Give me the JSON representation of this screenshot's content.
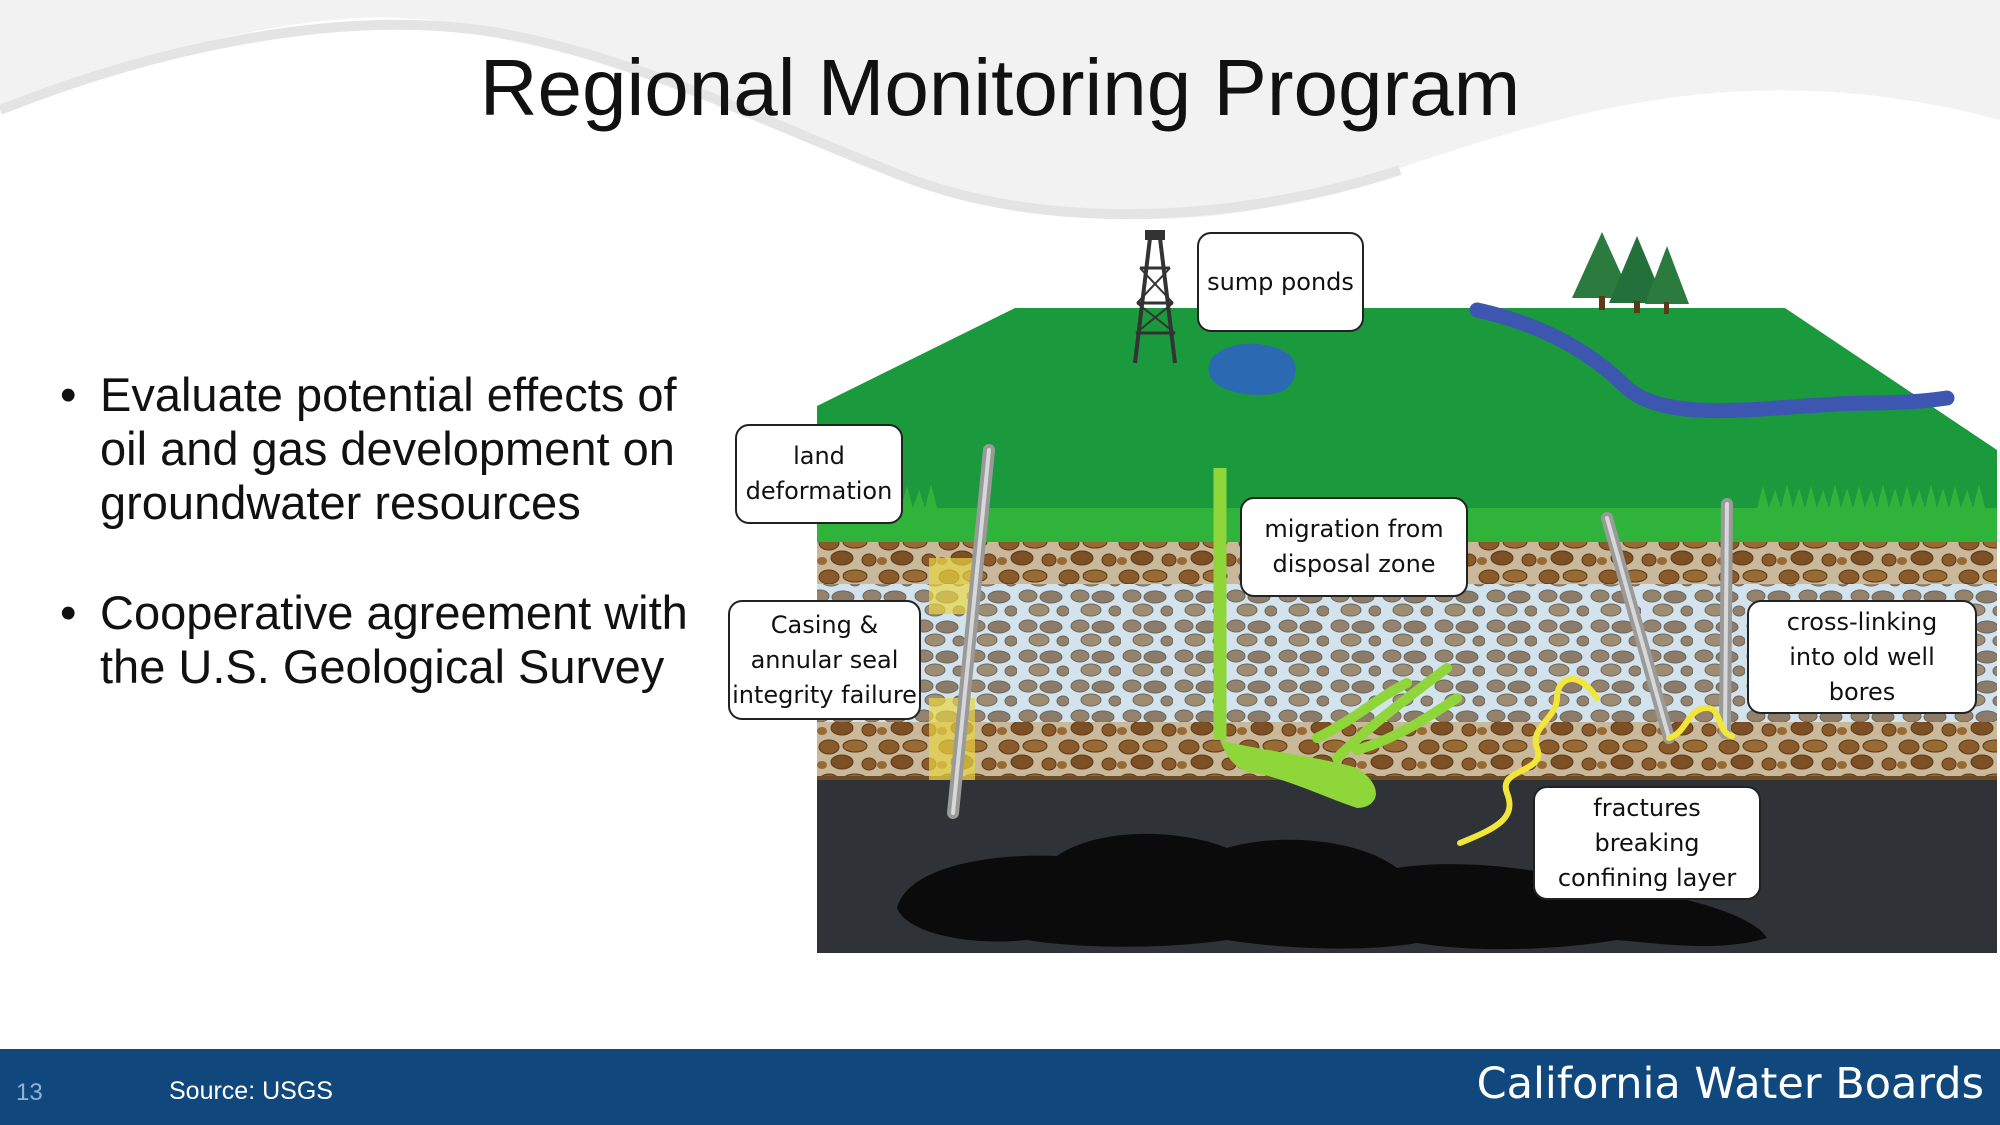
{
  "slide": {
    "title": "Regional Monitoring Program"
  },
  "bullets": [
    {
      "text": "Evaluate potential effects of oil and gas development on groundwater resources"
    },
    {
      "text": "Cooperative agreement with the U.S. Geological Survey"
    }
  ],
  "diagram": {
    "callouts": {
      "sump_ponds": "sump ponds",
      "land_deformation": "land\ndeformation",
      "migration": "migration from\ndisposal zone",
      "casing": "Casing &\nannular seal\nintegrity failure",
      "cross_linking": "cross-linking\ninto old well\nbores",
      "fractures": "fractures\nbreaking\nconfining layer"
    },
    "colors": {
      "surface_green": "#1a9a3c",
      "river_blue": "#3d56b0",
      "soil_brown": "#8a5a2b",
      "groundwater_blue": "#a9cfe8",
      "deep_formation": "#2f3236",
      "oil_black": "#0b0b0b",
      "contaminant_green": "#8fd63a",
      "fracture_yellow": "#f2e63a"
    }
  },
  "footer": {
    "page_number": "13",
    "source": "Source: USGS",
    "brand": "California Water Boards"
  }
}
